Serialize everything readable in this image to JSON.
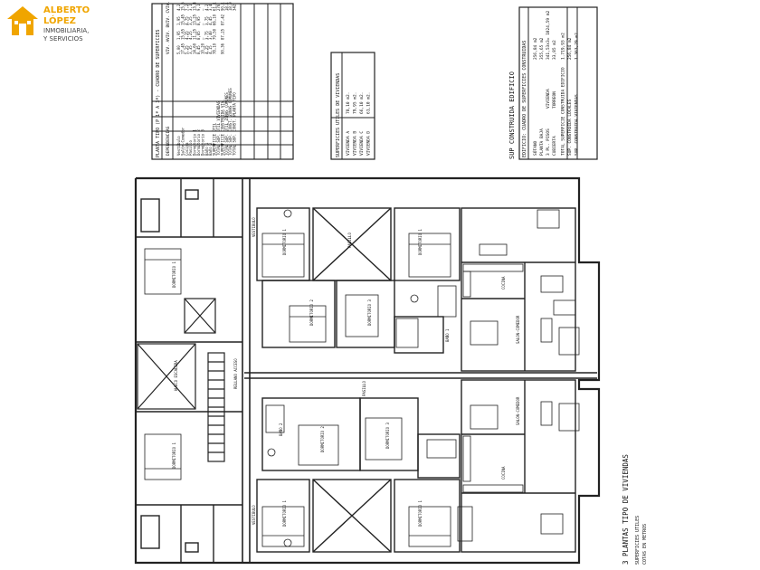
{
  "logo": {
    "name_line1": "ALBERTO",
    "name_line2": "LÓPEZ",
    "tag_line1": "INMOBILIARIA,",
    "tag_line2": "Y SERVICIOS",
    "color": "#f0a500"
  },
  "plan": {
    "title_line1": "3 PLANTAS TIPO DE VIVIENDAS",
    "title_line2": "SUPERFICIES UTILES",
    "title_line3": "COTAS EN METROS",
    "area_table": {
      "title": "PLANTA TIPO (P 1ª A 3ª) - CUADRO DE SUPERFICIES",
      "headers": [
        "DEPENDENCIAS",
        "VIV. A",
        "VIV. B",
        "VIV. C",
        "VIV. D"
      ],
      "rows": [
        [
          "Vestíbulo",
          "5,00",
          "1,95",
          "1,95",
          "4,2"
        ],
        [
          "Salón-Comedor",
          "17,45",
          "15,65",
          "15,45",
          "15,5"
        ],
        [
          "Cocina",
          "5,25",
          "4,25",
          "4,75",
          "7,2"
        ],
        [
          "Pasillo",
          "3,35",
          "4,25",
          "3,25",
          "3,1"
        ],
        [
          "Dormitorio 1",
          "14,60",
          "11,25",
          "13,25",
          "13,4"
        ],
        [
          "Dormitorio 2",
          "8,45",
          "8,85",
          "8,95",
          "9,1"
        ],
        [
          "Dormitorio 3",
          "10,20",
          "—",
          "—",
          "—"
        ],
        [
          "Baño 1",
          "4,25",
          "3,75",
          "3,75",
          "4,2"
        ],
        [
          "Baño 2",
          "4,15",
          "3,40",
          "4,45",
          "3,4"
        ],
        [
          "SUPERFICIE ÚTIL",
          "78,10",
          "79,50",
          "66,10",
          "61,1"
        ],
        [
          "TOTAL SUP. ÚTIL VIVIENDAS",
          "",
          "",
          "",
          "276"
        ],
        [
          "SUPERFICIE CONSTRUIDA VIV.",
          "90,36",
          "87,25",
          "87,42",
          "90,1"
        ],
        [
          "TOTAL SUP. UTIL ZONAS COMUNES",
          "",
          "",
          "",
          "18,1"
        ],
        [
          "TOTAL SUP. CONST. ZONAS COMUNES",
          "",
          "",
          "",
          "18,9"
        ],
        [
          "TOTAL SUP. CONST. PLANTA TIPO",
          "",
          "",
          "",
          "342"
        ]
      ]
    },
    "viviendas_table": {
      "title": "SUPERFICIES UTILES DE VIVIENDAS",
      "rows": [
        [
          "VIVIENDA A",
          "78,10 m2."
        ],
        [
          "VIVIENDA B",
          "79,95 m2."
        ],
        [
          "VIVIENDA C",
          "66,10 m2."
        ],
        [
          "VIVIENDA D",
          "61,10 m2."
        ]
      ]
    },
    "edificio_table": {
      "heading": "SUP CONSTRUIDA EDIFICIO",
      "title": "EDIFICIO: CUADRO DE SUPERFICIES CONSTRUIDAS",
      "rows": [
        [
          "SÓTANO",
          "",
          "256,84 m2"
        ],
        [
          "PLANTA BAJA",
          "",
          "355,65 m2"
        ],
        [
          "3 PL. PISOS",
          "VIVIENDA",
          "341,53x3= 1024,59 m2"
        ],
        [
          "CUBIERTA",
          "TORREON",
          "33,85 m2"
        ],
        [
          "TOTAL SUPERFICIE CONSTRUIDA EDIFICIO",
          "",
          "1.719,93 m2"
        ],
        [
          "SUP. CONSTRUIDA LOCALES",
          "",
          "256,84 m2"
        ],
        [
          "SUP. CONSTRUIDA VIVIENDAS",
          "",
          "1.363,29 m2"
        ]
      ]
    },
    "rooms": {
      "dormitorio_1": "DORMITORIO 1",
      "dormitorio_2": "DORMITORIO 2",
      "dormitorio_3": "DORMITORIO 3",
      "salon": "SALON-COMEDOR",
      "cocina": "COCINA",
      "bano_1": "BAÑO 1",
      "bano_2": "BAÑO 2",
      "pasillo": "PASILLO",
      "vestibulo": "VESTIBULO",
      "rellano": "RELLANO ACCESO",
      "hueco": "HUECO ESCALERA"
    }
  }
}
